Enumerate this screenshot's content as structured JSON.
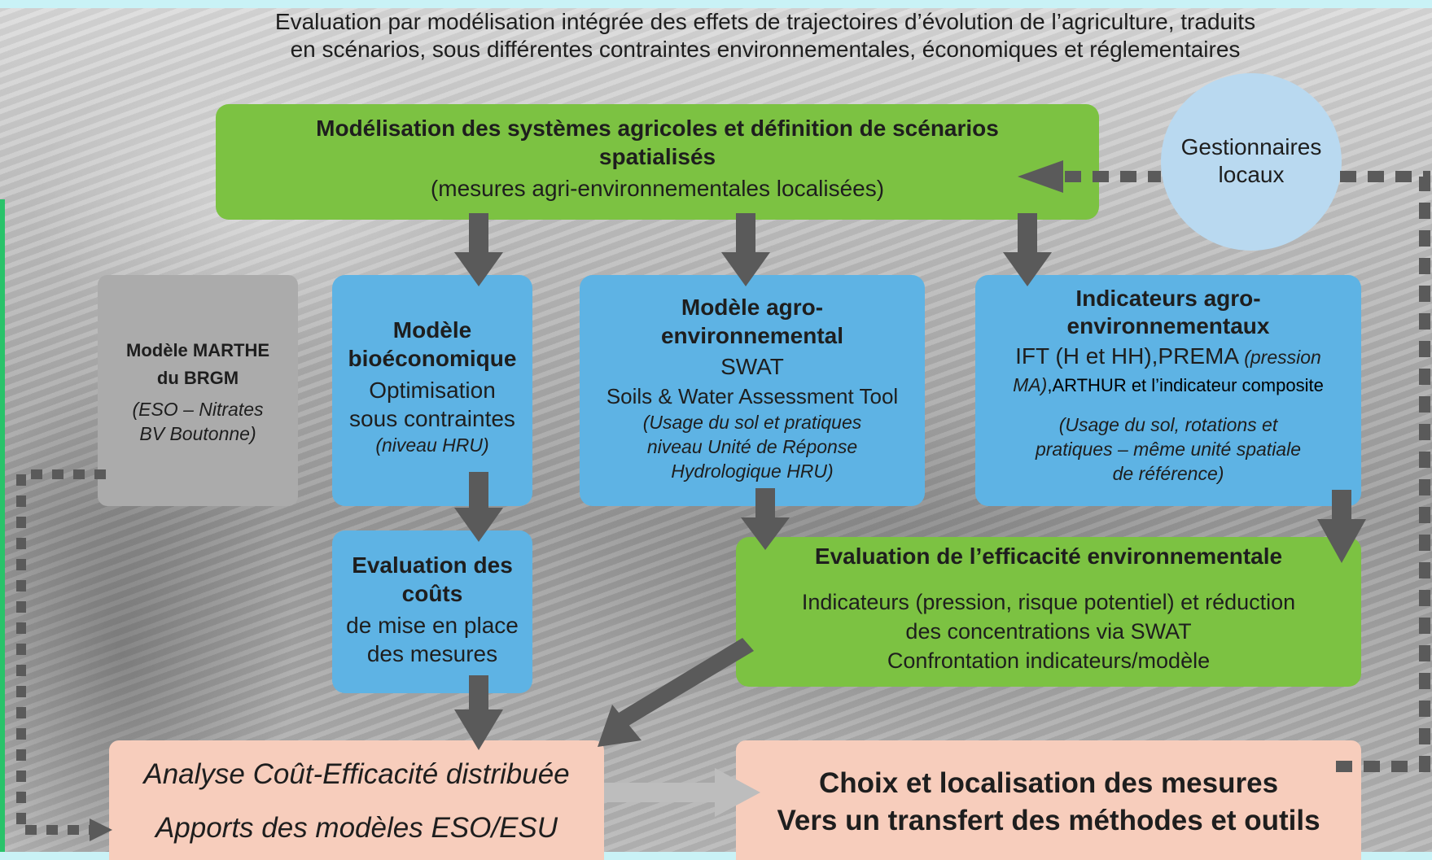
{
  "title": {
    "line1": "Evaluation par modélisation intégrée des effets de trajectoires d’évolution de l’agriculture, traduits",
    "line2": "en scénarios, sous différentes contraintes environnementales, économiques et réglementaires"
  },
  "top_box": {
    "line1": "Modélisation des systèmes agricoles et définition de scénarios",
    "line2": "spatialisés",
    "sub": "(mesures agri-environnementales localisées)"
  },
  "gestionnaires": {
    "line1": "Gestionnaires",
    "line2": "locaux"
  },
  "marthe": {
    "line1": "Modèle MARTHE",
    "line2": "du BRGM",
    "line3": "(ESO – Nitrates",
    "line4": "BV Boutonne)"
  },
  "bioeco": {
    "line1": "Modèle",
    "line2": "bioéconomique",
    "line3": "Optimisation",
    "line4": "sous contraintes",
    "line5": "(niveau HRU)"
  },
  "agroenv": {
    "line1": "Modèle agro-",
    "line2": "environnemental",
    "line3": "SWAT",
    "line4": "Soils & Water Assessment Tool",
    "line5": "(Usage du sol et pratiques",
    "line6": "niveau Unité de Réponse",
    "line7": "Hydrologique HRU)"
  },
  "indicateurs": {
    "line1": "Indicateurs agro-",
    "line2": "environnementaux",
    "line3a": "IFT (H et HH),PREMA ",
    "line3b": "(pression",
    "line4a": "MA)",
    "line4b": ",ARTHUR et l’indicateur composite",
    "line5": "(Usage du sol, rotations et",
    "line6": "pratiques – même unité spatiale",
    "line7": "de référence)"
  },
  "couts": {
    "line1": "Evaluation des",
    "line2": "coûts",
    "line3": "de mise en place",
    "line4": "des mesures"
  },
  "efficacite": {
    "line1": "Evaluation de l’efficacité environnementale",
    "line2": "Indicateurs (pression, risque potentiel) et réduction",
    "line3": "des concentrations via SWAT",
    "line4": "Confrontation indicateurs/modèle"
  },
  "analyse": {
    "line1": "Analyse Coût-Efficacité distribuée",
    "line2": "Apports des modèles ESO/ESU"
  },
  "choix": {
    "line1": "Choix et localisation des mesures",
    "line2": "Vers un transfert des méthodes et outils"
  },
  "colors": {
    "green": "#7cc242",
    "blue": "#5eb3e4",
    "grey_box": "#ababab",
    "peach": "#f7cdbc",
    "circle": "#b9d9f0",
    "arrow": "#5a5a5a"
  }
}
